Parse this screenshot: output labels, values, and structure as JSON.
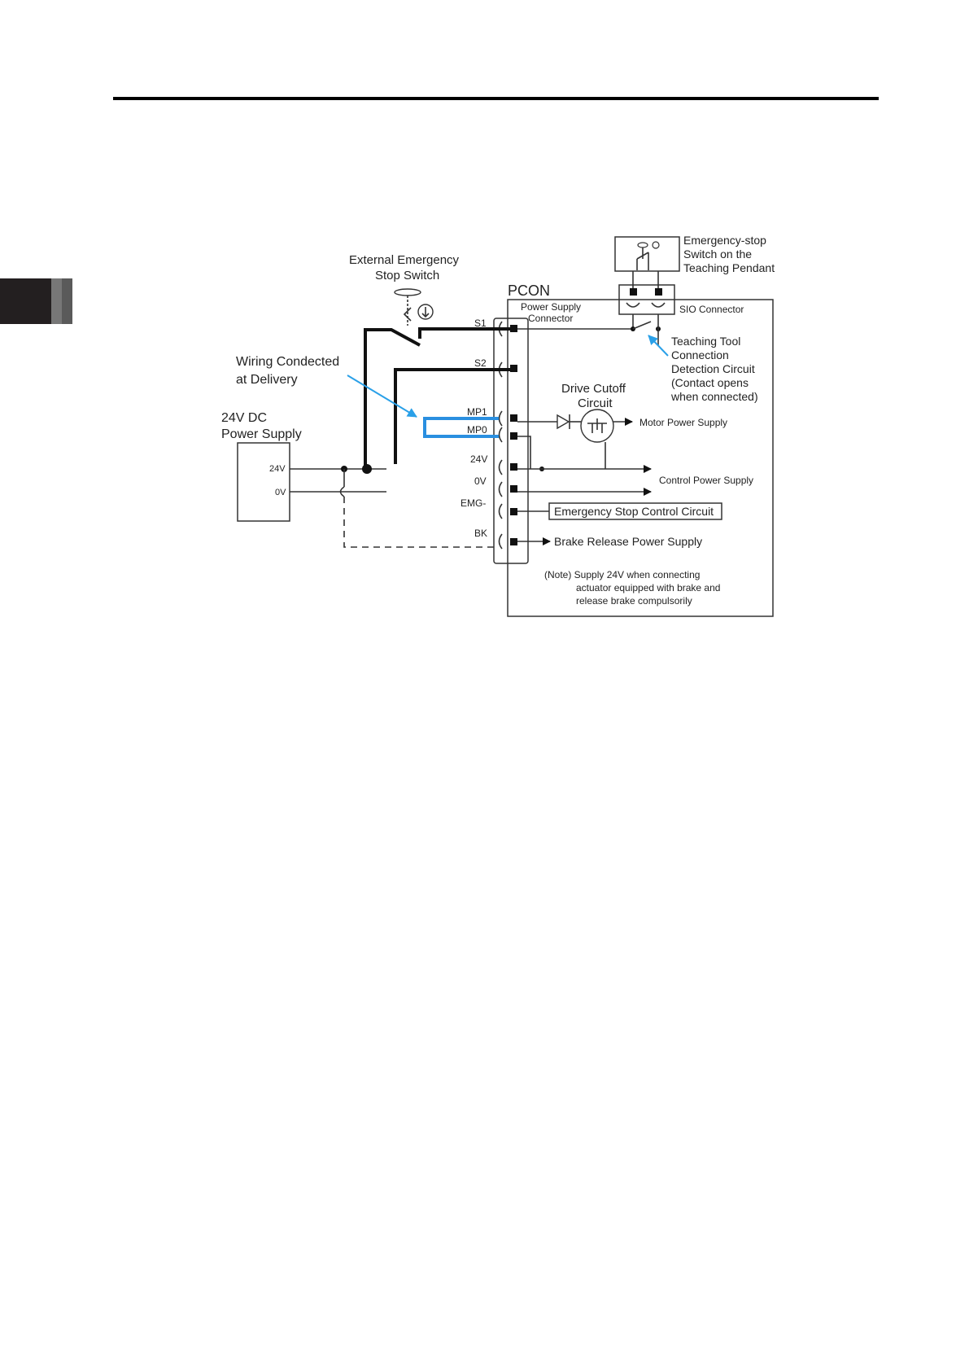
{
  "colors": {
    "highlight_wire": "#2a8fe0",
    "annotation_arrow": "#2aa0e8",
    "tab_dark": "#231f20",
    "tab_gray": "#777777"
  },
  "diagram": {
    "teaching_pendant_label": [
      "Emergency-stop",
      "Switch on the",
      "Teaching Pendant"
    ],
    "ext_switch_label": [
      "External Emergency",
      "Stop Switch"
    ],
    "pcon_label": "PCON",
    "power_connector_label": [
      "Power Supply",
      "Connector"
    ],
    "sio_connector_label": "SIO Connector",
    "wiring_label": [
      "Wiring Condected",
      "at Delivery"
    ],
    "dc_supply_label": [
      "24V DC",
      "Power Supply"
    ],
    "dc_box_24v": "24V",
    "dc_box_0v": "0V",
    "pins": [
      "S1",
      "S2",
      "MP1",
      "MP0",
      "24V",
      "0V",
      "EMG-",
      "BK"
    ],
    "teach_detect_label": [
      "Teaching Tool",
      "Connection",
      "Detection Circuit",
      "(Contact opens",
      "when connected)"
    ],
    "drive_cutoff_label": [
      "Drive Cutoff",
      "Circuit"
    ],
    "motor_power_label": "Motor Power Supply",
    "control_power_label": "Control Power Supply",
    "emg_circuit_label": "Emergency Stop Control Circuit",
    "brake_release_label": "Brake Release Power Supply",
    "note_label": [
      "(Note) Supply 24V when connecting",
      "actuator equipped with brake and",
      "release brake compulsorily"
    ]
  }
}
